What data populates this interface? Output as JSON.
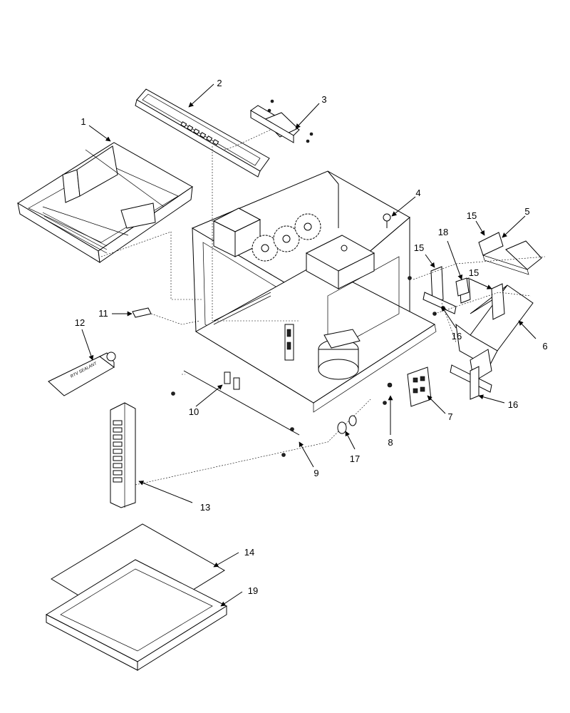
{
  "callouts": {
    "c1": "1",
    "c2": "2",
    "c3": "3",
    "c4": "4",
    "c5": "5",
    "c6": "6",
    "c7": "7",
    "c8": "8",
    "c9": "9",
    "c10": "10",
    "c11": "11",
    "c12": "12",
    "c13": "13",
    "c14": "14",
    "c15a": "15",
    "c15b": "15",
    "c15c": "15",
    "c16a": "16",
    "c16b": "16",
    "c17": "17",
    "c18": "18",
    "c19": "19"
  },
  "tube_label": "RTV SEALANT"
}
